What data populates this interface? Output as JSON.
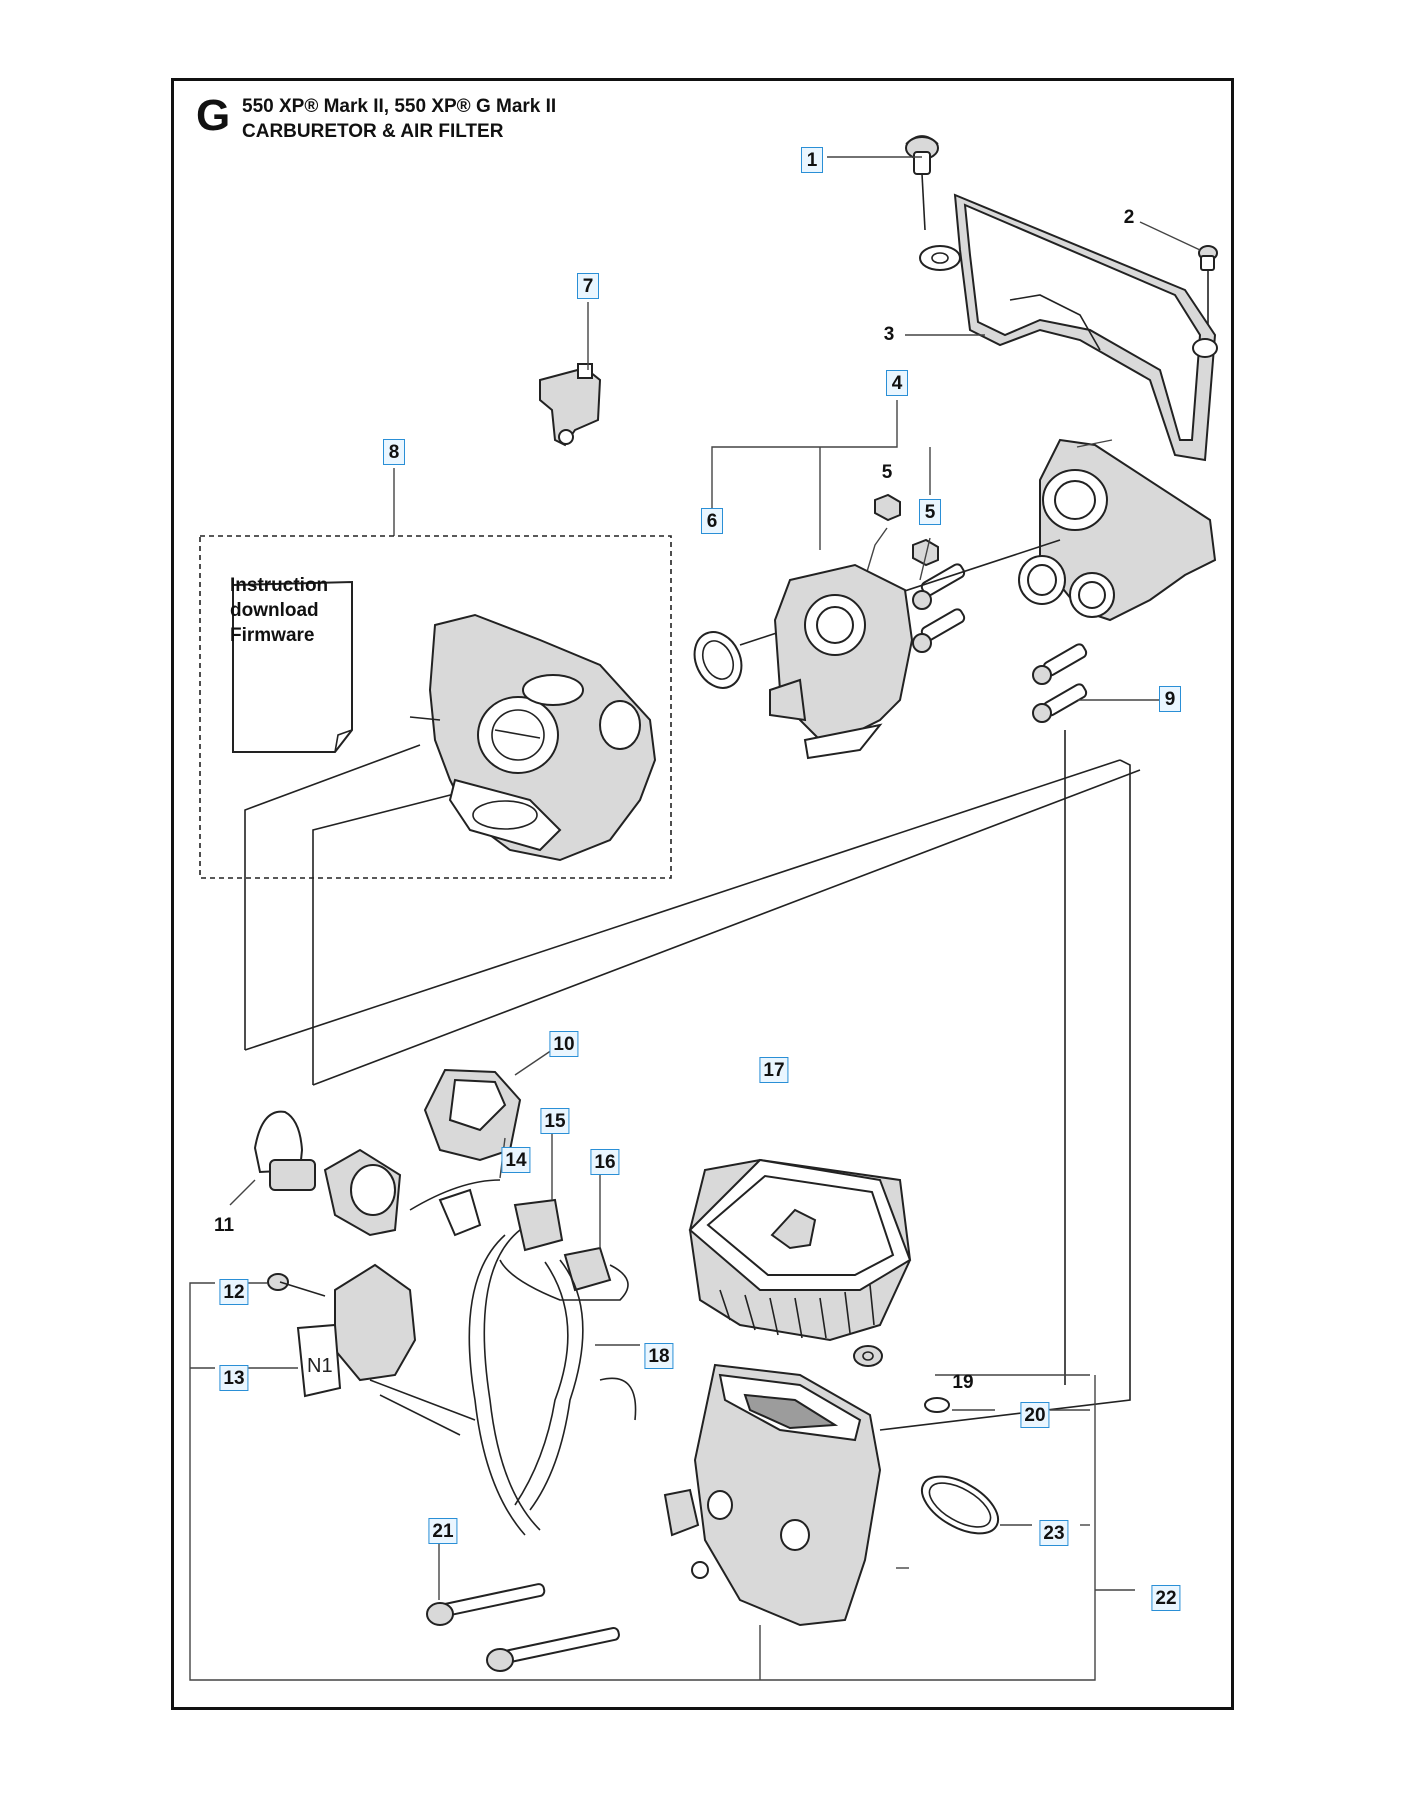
{
  "header": {
    "section_letter": "G",
    "models": "550 XP® Mark II, 550 XP® G Mark II",
    "title": "CARBURETOR & AIR FILTER"
  },
  "note": {
    "lines": [
      "Instruction",
      "download",
      "Firmware"
    ]
  },
  "callouts": [
    {
      "label": "1",
      "boxed": true
    },
    {
      "label": "2",
      "boxed": false
    },
    {
      "label": "3",
      "boxed": false
    },
    {
      "label": "4",
      "boxed": true
    },
    {
      "label": "5",
      "boxed": false
    },
    {
      "label": "5",
      "boxed": true
    },
    {
      "label": "6",
      "boxed": true
    },
    {
      "label": "7",
      "boxed": true
    },
    {
      "label": "8",
      "boxed": true
    },
    {
      "label": "9",
      "boxed": true
    },
    {
      "label": "10",
      "boxed": true
    },
    {
      "label": "11",
      "boxed": false
    },
    {
      "label": "12",
      "boxed": true
    },
    {
      "label": "13",
      "boxed": true
    },
    {
      "label": "14",
      "boxed": true
    },
    {
      "label": "15",
      "boxed": true
    },
    {
      "label": "16",
      "boxed": true
    },
    {
      "label": "17",
      "boxed": true
    },
    {
      "label": "18",
      "boxed": true
    },
    {
      "label": "19",
      "boxed": false
    },
    {
      "label": "20",
      "boxed": true
    },
    {
      "label": "21",
      "boxed": true
    },
    {
      "label": "22",
      "boxed": true
    },
    {
      "label": "23",
      "boxed": true
    }
  ],
  "colors": {
    "callout_border": "#2a8fd6",
    "callout_fill": "#eaf6ff",
    "line": "#222222"
  }
}
